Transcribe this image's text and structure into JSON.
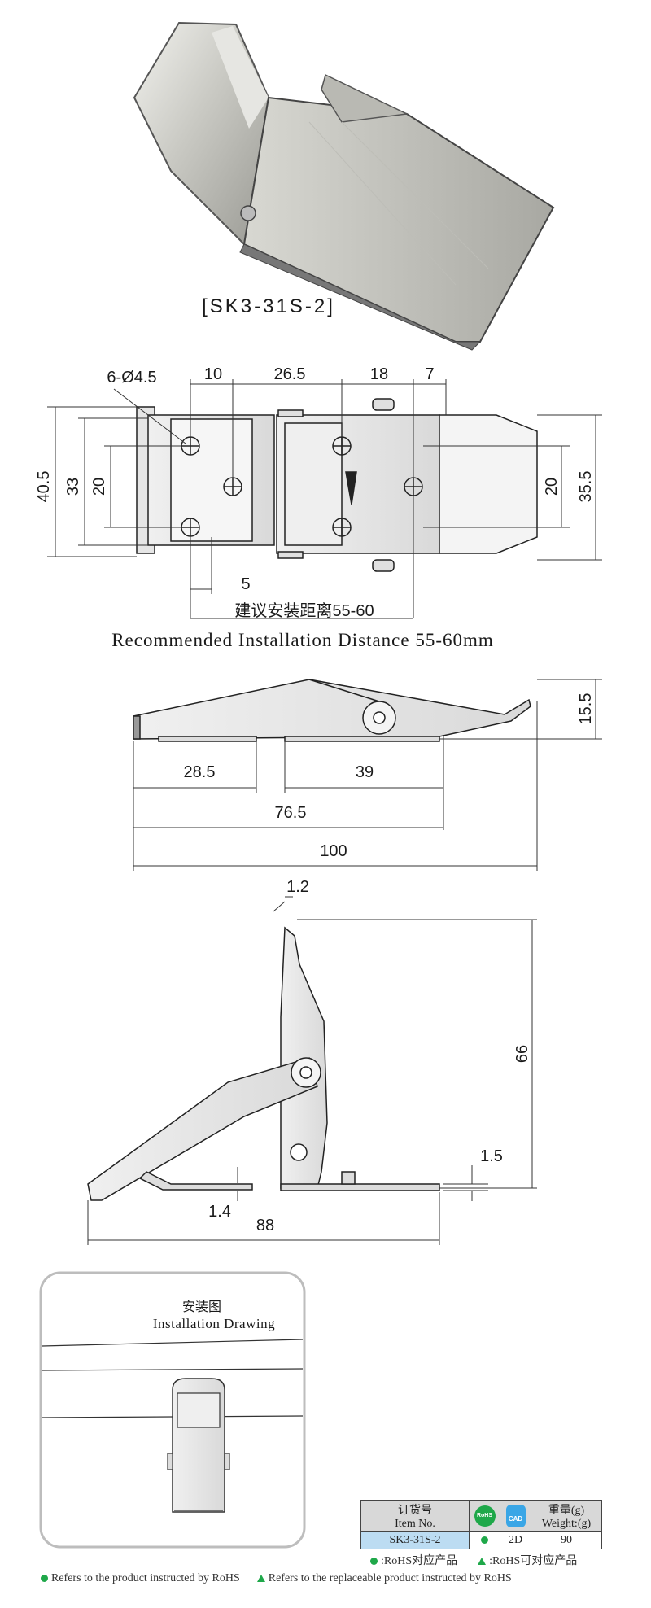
{
  "product_code": "[SK3-31S-2]",
  "top_view": {
    "dims": {
      "holes": "6-Ø4.5",
      "d10": "10",
      "d26_5": "26.5",
      "d18": "18",
      "d7": "7",
      "h40_5": "40.5",
      "h33": "33",
      "h20_left": "20",
      "h20_right": "20",
      "h35_5": "35.5",
      "d5": "5"
    },
    "install_cn": "建议安装距离55-60",
    "install_en": "Recommended Installation Distance 55-60mm"
  },
  "side_view": {
    "dims": {
      "d28_5": "28.5",
      "d39": "39",
      "d76_5": "76.5",
      "d100": "100",
      "h15_5": "15.5"
    }
  },
  "open_view": {
    "dims": {
      "t1_2": "1.2",
      "h66": "66",
      "t1_5": "1.5",
      "t1_4": "1.4",
      "d88": "88"
    }
  },
  "install_drawing": {
    "title_cn": "安装图",
    "title_en": "Installation Drawing"
  },
  "table": {
    "headers": {
      "item_cn": "订货号",
      "item_en": "Item No.",
      "rohs": "RoHS",
      "cad": "CAD",
      "weight_cn": "重量(g)",
      "weight_en": "Weight:(g)"
    },
    "row": {
      "item": "SK3-31S-2",
      "cad": "2D",
      "weight": "90"
    }
  },
  "legend": {
    "rohs_cn": ":RoHS对应产品",
    "replace_cn": ":RoHS可对应产品",
    "rohs_en": "Refers to the product instructed by RoHS",
    "replace_en": "Refers to the replaceable product instructed by RoHS"
  },
  "colors": {
    "accent_green": "#1fa84a",
    "table_header": "#d8d8d8",
    "table_item": "#bcdcf2"
  }
}
